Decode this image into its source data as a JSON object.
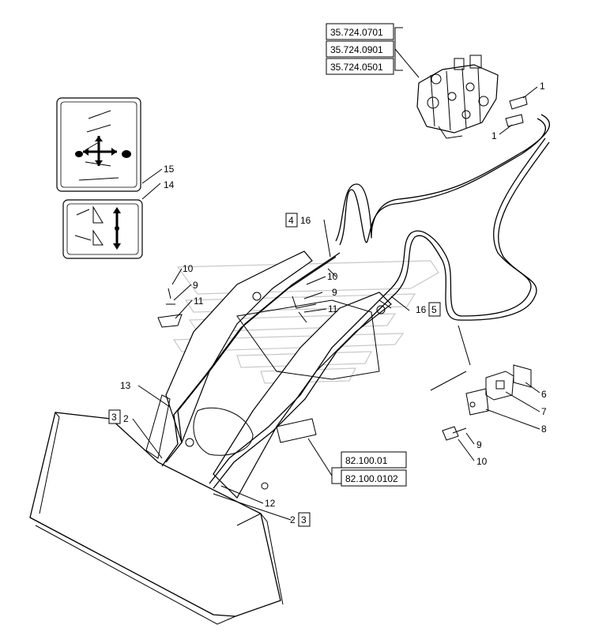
{
  "references": {
    "valve": [
      "35.724.0701",
      "35.724.0901",
      "35.724.0501"
    ],
    "frame": [
      "82.100.01",
      "82.100.0102"
    ]
  },
  "boxed_labels": {
    "b4": "4",
    "b5": "5",
    "b3_left": "3",
    "b3_bottom": "3"
  },
  "callouts": {
    "c1a": "1",
    "c1b": "1",
    "c15": "15",
    "c14": "14",
    "c16a": "16",
    "c16b": "16",
    "c10a": "10",
    "c9a": "9",
    "c11a": "11",
    "c10b": "10",
    "c9b": "9",
    "c11b": "11",
    "c13": "13",
    "c2a": "2",
    "c12": "12",
    "c2b": "2",
    "c6": "6",
    "c7": "7",
    "c8": "8",
    "c9c": "9",
    "c10c": "10"
  }
}
